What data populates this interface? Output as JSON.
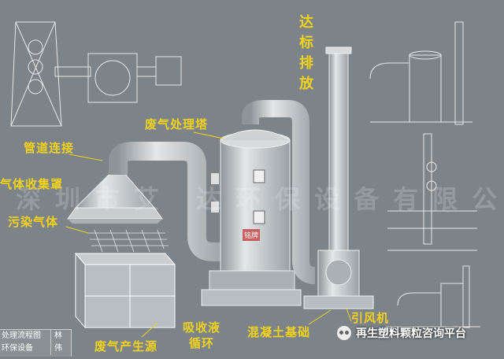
{
  "labels": {
    "discharge": "达标排放",
    "pipe_connect": "管道连接",
    "gas_collector": "气体收集罩",
    "polluted_gas": "污染气体",
    "treatment_tower": "废气处理塔",
    "tower_tag": "铭牌",
    "gas_source": "废气产生源",
    "absorbent_cycle_1": "吸收液",
    "absorbent_cycle_2": "循环",
    "concrete_base": "混凝土基础",
    "fan": "引风机",
    "watermark": "深圳市艾 达环保设备有限公司"
  },
  "title_block": {
    "row1_a": "处理流程图",
    "row1_b": "林",
    "row2_a": "环保设备",
    "row2_b": "伟"
  },
  "brand": {
    "text": "再生塑料颗粒咨询平台",
    "icon": "wechat-icon"
  },
  "colors": {
    "label": "#f2d21a",
    "background": "#7d8489",
    "metal": "#c9cdd0"
  }
}
